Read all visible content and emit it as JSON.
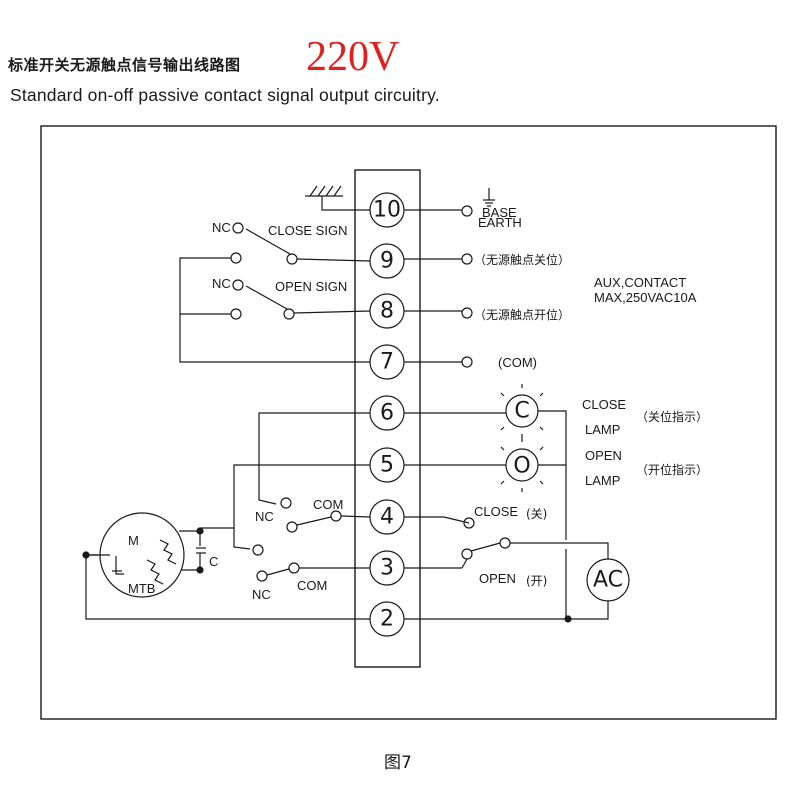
{
  "title": {
    "cn": "标准开关无源触点信号输出线路图",
    "voltage": "220V",
    "en": "Standard on-off passive contact signal output circuitry."
  },
  "terminals": [
    "10",
    "9",
    "8",
    "7",
    "6",
    "5",
    "4",
    "3",
    "2"
  ],
  "labels": {
    "nc_close": "NC",
    "close_sign": "CLOSE SIGN",
    "nc_open": "NC",
    "open_sign": "OPEN SIGN",
    "base": "BASE",
    "earth": "EARTH",
    "passive_close": "（无源触点关位）",
    "passive_open": "（无源触点开位）",
    "aux_contact": "AUX,CONTACT",
    "aux_rating": "MAX,250VAC10A",
    "com7": "(COM)",
    "lamp_c": "C",
    "lamp_o": "O",
    "close_lamp_1": "CLOSE",
    "close_lamp_2": "LAMP",
    "close_lamp_cn": "（关位指示）",
    "open_lamp_1": "OPEN",
    "open_lamp_2": "LAMP",
    "open_lamp_cn": "（开位指示）",
    "nc_4": "NC",
    "com_4": "COM",
    "nc_3": "NC",
    "com_3": "COM",
    "close_sw": "CLOSE",
    "close_sw_cn": "(关)",
    "open_sw": "OPEN",
    "open_sw_cn": "(开)",
    "motor": "M",
    "mtb": "MTB",
    "capacitor": "C",
    "ac": "AC"
  },
  "figure": "图7"
}
